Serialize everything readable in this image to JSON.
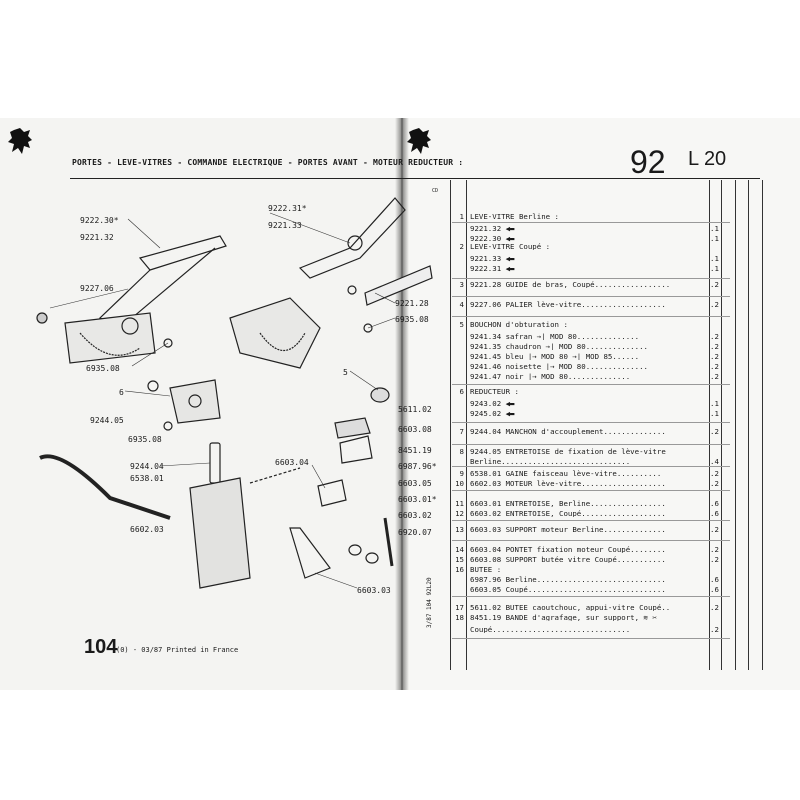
{
  "header": {
    "title": "PORTES - LEVE-VITRES - COMMANDE ELECTRIQUE - PORTES AVANT - MOTEUR REDUCTEUR :",
    "big_number": "92",
    "code": "L 20",
    "cd_mark": "CD"
  },
  "part_labels": [
    {
      "id": "l1",
      "text": "9222.30*"
    },
    {
      "id": "l2",
      "text": "9221.32"
    },
    {
      "id": "l3",
      "text": "9227.06"
    },
    {
      "id": "l4",
      "text": "6935.08"
    },
    {
      "id": "l5",
      "text": "6"
    },
    {
      "id": "l6",
      "text": "9244.05"
    },
    {
      "id": "l7",
      "text": "6935.08"
    },
    {
      "id": "l8",
      "text": "9244.04"
    },
    {
      "id": "l9",
      "text": "6538.01"
    },
    {
      "id": "l10",
      "text": "6602.03"
    },
    {
      "id": "l11",
      "text": "9222.31*"
    },
    {
      "id": "l12",
      "text": "9221.33"
    },
    {
      "id": "l13",
      "text": "9221.28"
    },
    {
      "id": "l14",
      "text": "6935.08"
    },
    {
      "id": "l15",
      "text": "5"
    },
    {
      "id": "l16",
      "text": "5611.02"
    },
    {
      "id": "l17",
      "text": "6603.08"
    },
    {
      "id": "l18",
      "text": "8451.19"
    },
    {
      "id": "l19",
      "text": "6603.04"
    },
    {
      "id": "l20",
      "text": "6987.96*"
    },
    {
      "id": "l21",
      "text": "6603.05"
    },
    {
      "id": "l22",
      "text": "6603.01*"
    },
    {
      "id": "l23",
      "text": "6603.02"
    },
    {
      "id": "l24",
      "text": "6920.07"
    },
    {
      "id": "l25",
      "text": "6603.03"
    }
  ],
  "footer": {
    "page_number": "104",
    "note": "(0) - 03/87 Printed in France"
  },
  "vertical_ref": "3/87  104  92L20",
  "parts_list": [
    {
      "ref": "1",
      "text": "LEVE-VITRE Berline :",
      "qty": ""
    },
    {
      "ref": "",
      "text": "9221.32  ◀▬",
      "qty": ".1"
    },
    {
      "ref": "",
      "text": "9222.30  ◀▬",
      "qty": ".1"
    },
    {
      "ref": "2",
      "text": "LEVE-VITRE Coupé :",
      "qty": ""
    },
    {
      "ref": "",
      "text": "9221.33  ◀▬",
      "qty": ".1"
    },
    {
      "ref": "",
      "text": "9222.31  ◀▬",
      "qty": ".1"
    },
    {
      "ref": "3",
      "text": "9221.28 GUIDE de bras, Coupé.................",
      "qty": ".2"
    },
    {
      "ref": "4",
      "text": "9227.06 PALIER lève-vitre...................",
      "qty": ".2"
    },
    {
      "ref": "5",
      "text": "BOUCHON d'obturation :",
      "qty": ""
    },
    {
      "ref": "",
      "text": "9241.34  safran   →| MOD 80..............",
      "qty": ".2"
    },
    {
      "ref": "",
      "text": "9241.35  chaudron →| MOD 80..............",
      "qty": ".2"
    },
    {
      "ref": "",
      "text": "9241.45  bleu  |→ MOD 80 →| MOD 85......",
      "qty": ".2"
    },
    {
      "ref": "",
      "text": "9241.46  noisette |→ MOD 80..............",
      "qty": ".2"
    },
    {
      "ref": "",
      "text": "9241.47  noir  |→ MOD 80..............",
      "qty": ".2"
    },
    {
      "ref": "6",
      "text": "REDUCTEUR :",
      "qty": ""
    },
    {
      "ref": "",
      "text": "9243.02  ◀▬",
      "qty": ".1"
    },
    {
      "ref": "",
      "text": "9245.02  ◀▬",
      "qty": ".1"
    },
    {
      "ref": "7",
      "text": "9244.04 MANCHON d'accouplement..............",
      "qty": ".2"
    },
    {
      "ref": "8",
      "text": "9244.05 ENTRETOISE de fixation de lève-vitre",
      "qty": ""
    },
    {
      "ref": "",
      "text": "        Berline.............................",
      "qty": ".4"
    },
    {
      "ref": "9",
      "text": "6538.01 GAINE faisceau lève-vitre..........",
      "qty": ".2"
    },
    {
      "ref": "10",
      "text": "6602.03 MOTEUR lève-vitre...................",
      "qty": ".2"
    },
    {
      "ref": "11",
      "text": "6603.01 ENTRETOISE, Berline.................",
      "qty": ".6"
    },
    {
      "ref": "12",
      "text": "6603.02 ENTRETOISE, Coupé...................",
      "qty": ".6"
    },
    {
      "ref": "13",
      "text": "6603.03 SUPPORT moteur Berline..............",
      "qty": ".2"
    },
    {
      "ref": "14",
      "text": "6603.04 PONTET fixation moteur Coupé........",
      "qty": ".2"
    },
    {
      "ref": "15",
      "text": "6603.08 SUPPORT butée vitre Coupé...........",
      "qty": ".2"
    },
    {
      "ref": "16",
      "text": "BUTEE :",
      "qty": ""
    },
    {
      "ref": "",
      "text": "6987.96  Berline.............................",
      "qty": ".6"
    },
    {
      "ref": "",
      "text": "6603.05  Coupé...............................",
      "qty": ".6"
    },
    {
      "ref": "17",
      "text": "5611.02 BUTEE caoutchouc, appui-vitre Coupé..",
      "qty": ".2"
    },
    {
      "ref": "18",
      "text": "8451.19 BANDE d'agrafage, sur support, ≋ ✂",
      "qty": ""
    },
    {
      "ref": "",
      "text": "        Coupé...............................",
      "qty": ".2"
    }
  ]
}
